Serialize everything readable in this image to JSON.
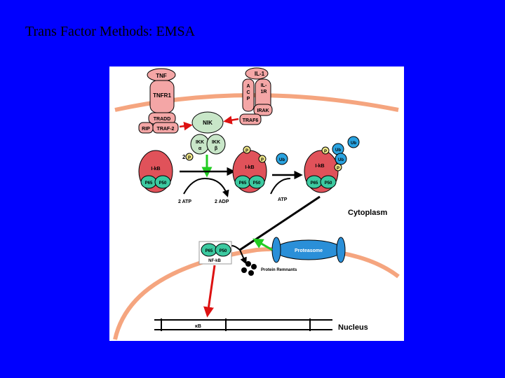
{
  "slide": {
    "title": "Trans Factor Methods: EMSA"
  },
  "colors": {
    "background": "#0000ff",
    "membrane": "#f5a57f",
    "receptor": "#f4a6a6",
    "ikb": "#e0525a",
    "nfkb_subunit": "#3cc9a0",
    "ikk": "#c8e6c8",
    "ubiquitin": "#2aa3e0",
    "phosphate": "#f0e88a",
    "proteasome": "#2a8fd8",
    "activation_arrow": "#22cc22",
    "transcription_arrow": "#dd1111"
  },
  "diagram": {
    "receptors": {
      "tnf": "TNF",
      "tnfr1": "TNFR1",
      "il1": "IL-1",
      "acp": [
        "A",
        "C",
        "P"
      ],
      "il1r": [
        "IL-",
        "1R"
      ],
      "irak": "IRAK"
    },
    "adaptors": {
      "tradd": "TRADD",
      "rip": "RIP",
      "traf2": "TRAF-2",
      "traf6": "TRAF6",
      "nik": "NIK"
    },
    "ikk": {
      "left": "IKK",
      "left_sub": "α",
      "right": "IKK",
      "right_sub": "β"
    },
    "labels": {
      "ikb": "I-kB",
      "p65": "P65",
      "p50": "P50",
      "phosphate": "P",
      "ub": "Ub",
      "two": "2",
      "atp_left": "2 ATP",
      "adp": "2 ADP",
      "atp_right": "ATP",
      "cytoplasm": "Cytoplasm",
      "proteasome": "Proteasome",
      "protein_remnants": "Protein Remnants",
      "nfkb": "NF-kB",
      "kb_site": "κB",
      "nucleus": "Nucleus"
    }
  }
}
